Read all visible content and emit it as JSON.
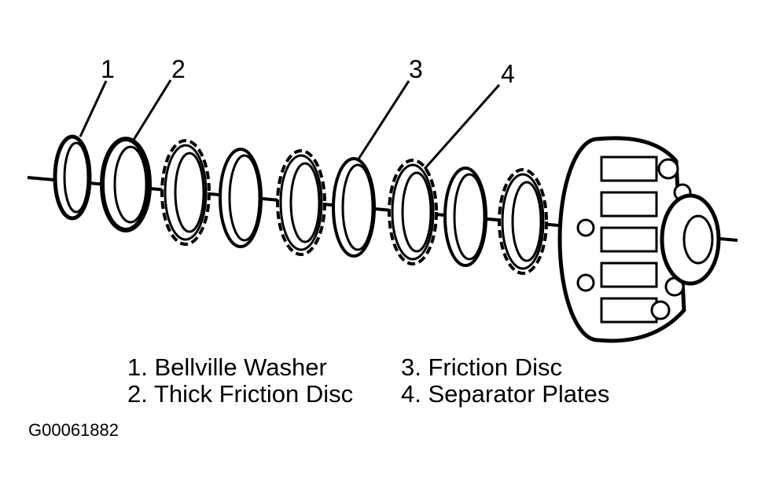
{
  "callouts": [
    "1",
    "2",
    "3",
    "4"
  ],
  "legend": [
    {
      "number": "1.",
      "text": "Bellville Washer"
    },
    {
      "number": "2.",
      "text": "Thick Friction Disc"
    },
    {
      "number": "3.",
      "text": "Friction Disc"
    },
    {
      "number": "4.",
      "text": "Separator Plates"
    }
  ],
  "legend_text": [
    "1. Bellville Washer",
    "2. Thick Friction Disc",
    "3. Friction Disc",
    "4. Separator Plates"
  ],
  "figure_id": "G00061882"
}
